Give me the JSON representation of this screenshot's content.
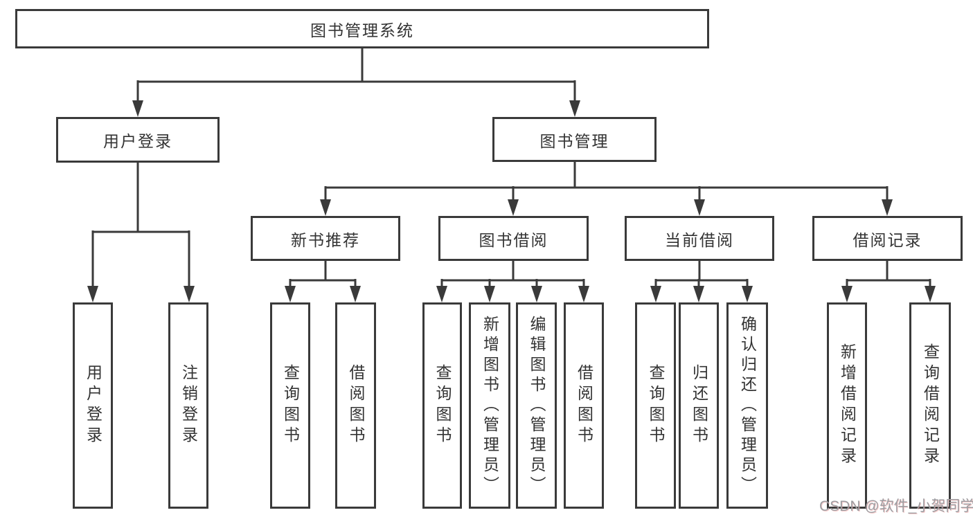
{
  "root": {
    "label": "图书管理系统"
  },
  "branches": [
    {
      "label": "用户登录",
      "children": [
        {
          "label": "用户登录"
        },
        {
          "label": "注销登录"
        }
      ]
    },
    {
      "label": "图书管理",
      "children": [
        {
          "label": "新书推荐",
          "children": [
            {
              "label": "查询图书"
            },
            {
              "label": "借阅图书"
            }
          ]
        },
        {
          "label": "图书借阅",
          "children": [
            {
              "label": "查询图书"
            },
            {
              "label": "新增图书（管理员）"
            },
            {
              "label": "编辑图书（管理员）"
            },
            {
              "label": "借阅图书"
            }
          ]
        },
        {
          "label": "当前借阅",
          "children": [
            {
              "label": "查询图书"
            },
            {
              "label": "归还图书"
            },
            {
              "label": "确认归还（管理员）"
            }
          ]
        },
        {
          "label": "借阅记录",
          "children": [
            {
              "label": "新增借阅记录"
            },
            {
              "label": "查询借阅记录"
            }
          ]
        }
      ]
    }
  ],
  "watermark": {
    "text": "CSDN @软件_小贺同学"
  },
  "colors": {
    "line": "#3a3a3a",
    "node_border": "#3a3a3a",
    "text": "#333333",
    "background": "#ffffff",
    "watermark": "#9d9da1"
  }
}
